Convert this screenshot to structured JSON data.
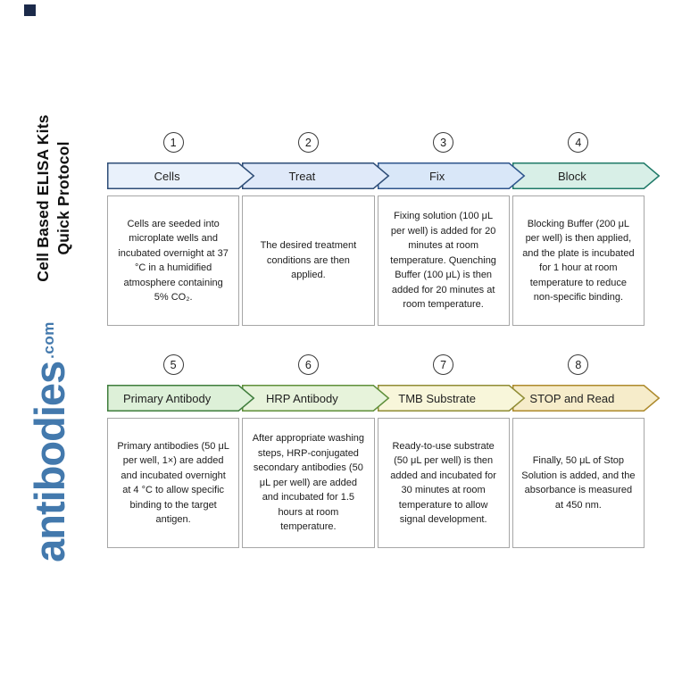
{
  "corner_mark": {
    "color": "#1b2a4a"
  },
  "sidebar": {
    "title_line1": "Cell Based ELISA Kits",
    "title_line2": "Quick Protocol",
    "brand_name": "antibodies",
    "brand_tld": ".com",
    "brand_color": "#4379ad"
  },
  "steps": [
    {
      "number": "1",
      "title": "Cells",
      "description": "Cells are seeded into microplate wells and incubated overnight at 37 °C in a humidified atmosphere containing 5% CO₂.",
      "banner_fill": "#e9f1fb",
      "banner_stroke": "#2e4d77"
    },
    {
      "number": "2",
      "title": "Treat",
      "description": "The desired treatment conditions are then applied.",
      "banner_fill": "#dfe9f9",
      "banner_stroke": "#2e4d77"
    },
    {
      "number": "3",
      "title": "Fix",
      "description": "Fixing solution (100 μL per well) is added for 20 minutes at room temperature. Quenching Buffer (100 μL) is then added for 20 minutes at room temperature.",
      "banner_fill": "#d9e7f8",
      "banner_stroke": "#2e558c"
    },
    {
      "number": "4",
      "title": "Block",
      "description": "Blocking Buffer (200 μL per well) is then applied, and the plate is incubated for 1 hour at room temperature to reduce non-specific binding.",
      "banner_fill": "#d8efe7",
      "banner_stroke": "#1f7a68"
    },
    {
      "number": "5",
      "title": "Primary Antibody",
      "description": "Primary antibodies (50 μL per well, 1×) are added and incubated overnight at 4 °C to allow specific binding to the target antigen.",
      "banner_fill": "#ddf0d8",
      "banner_stroke": "#3f7d3c"
    },
    {
      "number": "6",
      "title": "HRP Antibody",
      "description": "After appropriate washing steps, HRP-conjugated secondary antibodies (50 μL per well) are added and incubated for 1.5 hours at room temperature.",
      "banner_fill": "#e7f3db",
      "banner_stroke": "#5f8f3a"
    },
    {
      "number": "7",
      "title": "TMB Substrate",
      "description": "Ready-to-use substrate (50 μL per well) is then added and incubated for 30 minutes at room temperature to allow signal development.",
      "banner_fill": "#f8f6da",
      "banner_stroke": "#8f8c34"
    },
    {
      "number": "8",
      "title": "STOP and Read",
      "description": "Finally, 50 μL of Stop Solution is added, and the absorbance is measured at 450 nm.",
      "banner_fill": "#f6ecca",
      "banner_stroke": "#ad8a2c"
    }
  ]
}
